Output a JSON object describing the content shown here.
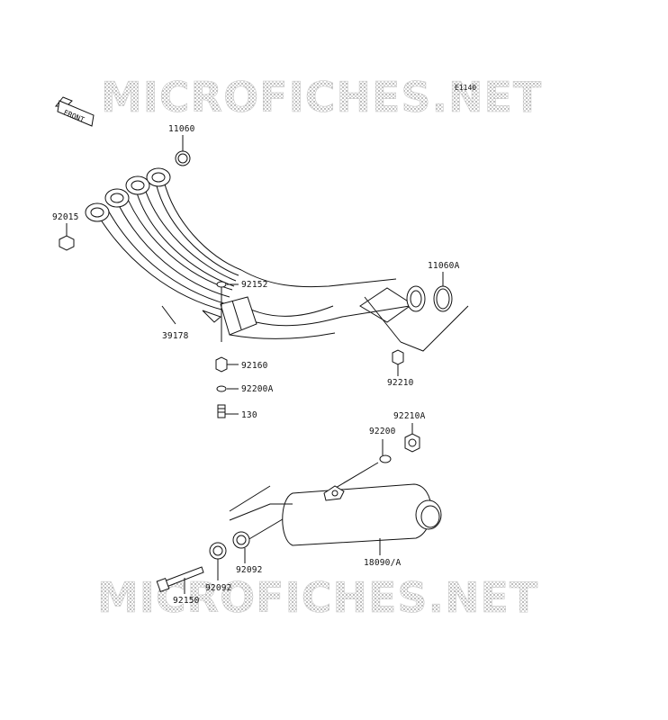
{
  "diagram": {
    "code": "E1140",
    "watermark": "MICROFICHES.NET",
    "front_label": "FRONT",
    "labels": {
      "p11060": "11060",
      "p92015": "92015",
      "p92152": "92152",
      "p11060A": "11060A",
      "p39178": "39178",
      "p92160": "92160",
      "p92210": "92210",
      "p92200A": "92200A",
      "p130": "130",
      "p92210A": "92210A",
      "p92200": "92200",
      "p92092a": "92092",
      "p92092b": "92092",
      "p18090A": "18090/A",
      "p92150": "92150"
    }
  }
}
